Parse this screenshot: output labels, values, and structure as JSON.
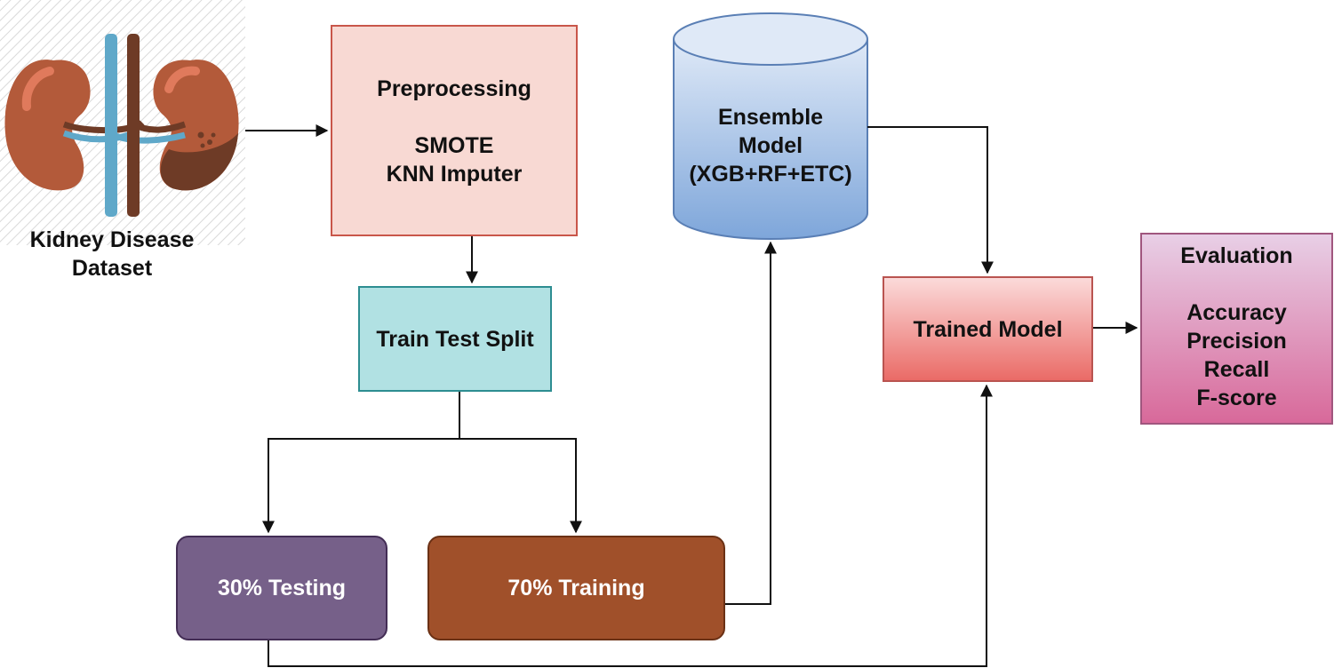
{
  "dataset": {
    "label_line1": "Kidney Disease",
    "label_line2": "Dataset",
    "icon": "kidneys-icon"
  },
  "preprocessing": {
    "title": "Preprocessing",
    "step1": "SMOTE",
    "step2": "KNN Imputer"
  },
  "split": {
    "label": "Train Test Split"
  },
  "testing": {
    "label": "30% Testing"
  },
  "training": {
    "label": "70% Training"
  },
  "ensemble": {
    "line1": "Ensemble",
    "line2": "Model",
    "line3": "(XGB+RF+ETC)"
  },
  "trained_model": {
    "label": "Trained Model"
  },
  "evaluation": {
    "title": "Evaluation",
    "metrics": [
      "Accuracy",
      "Precision",
      "Recall",
      "F-score"
    ]
  },
  "colors": {
    "preprocessing_fill": "#f8d9d3",
    "split_fill": "#b1e1e3",
    "testing_fill": "#766089",
    "training_fill": "#a0502a",
    "ensemble_fill": "#7ea6da",
    "trained_fill": "#ea6b67",
    "evaluation_fill": "#d8699a"
  }
}
